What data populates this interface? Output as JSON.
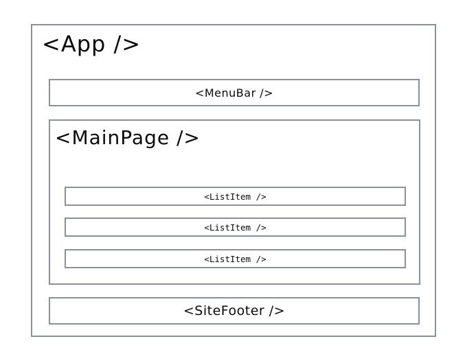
{
  "diagram": {
    "colors": {
      "border": "#8b9096",
      "text": "#0a0a0a",
      "background": "#ffffff"
    },
    "app": {
      "label": "<App />"
    },
    "menubar": {
      "label": "<MenuBar />"
    },
    "mainpage": {
      "label": "<MainPage />",
      "list_items": [
        {
          "label": "<ListItem />"
        },
        {
          "label": "<ListItem />"
        },
        {
          "label": "<ListItem />"
        }
      ]
    },
    "footer": {
      "label": "<SiteFooter />"
    }
  }
}
